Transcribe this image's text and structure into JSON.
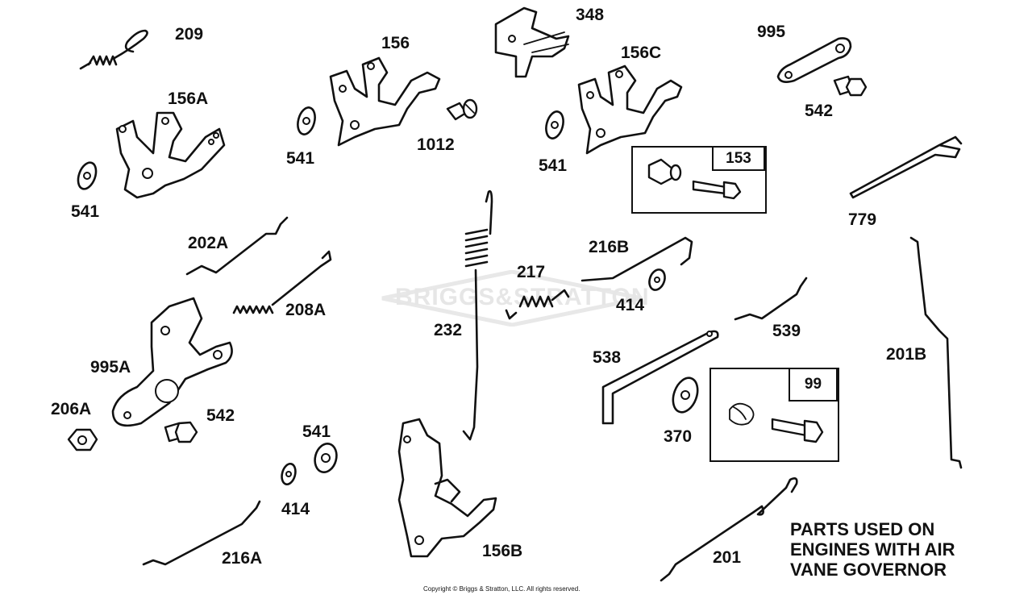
{
  "diagram": {
    "parts": [
      {
        "id": "209",
        "label": "209"
      },
      {
        "id": "156",
        "label": "156"
      },
      {
        "id": "348",
        "label": "348"
      },
      {
        "id": "156C",
        "label": "156C"
      },
      {
        "id": "995",
        "label": "995"
      },
      {
        "id": "156A",
        "label": "156A"
      },
      {
        "id": "541a",
        "label": "541"
      },
      {
        "id": "1012",
        "label": "1012"
      },
      {
        "id": "542a",
        "label": "542"
      },
      {
        "id": "541b",
        "label": "541"
      },
      {
        "id": "541c",
        "label": "541"
      },
      {
        "id": "153",
        "label": "153"
      },
      {
        "id": "779",
        "label": "779"
      },
      {
        "id": "202A",
        "label": "202A"
      },
      {
        "id": "216B",
        "label": "216B"
      },
      {
        "id": "217",
        "label": "217"
      },
      {
        "id": "208A",
        "label": "208A"
      },
      {
        "id": "414a",
        "label": "414"
      },
      {
        "id": "232",
        "label": "232"
      },
      {
        "id": "539",
        "label": "539"
      },
      {
        "id": "538",
        "label": "538"
      },
      {
        "id": "201B",
        "label": "201B"
      },
      {
        "id": "995A",
        "label": "995A"
      },
      {
        "id": "99",
        "label": "99"
      },
      {
        "id": "206A",
        "label": "206A"
      },
      {
        "id": "542b",
        "label": "542"
      },
      {
        "id": "541d",
        "label": "541"
      },
      {
        "id": "370",
        "label": "370"
      },
      {
        "id": "414b",
        "label": "414"
      },
      {
        "id": "216A",
        "label": "216A"
      },
      {
        "id": "156B",
        "label": "156B"
      },
      {
        "id": "201",
        "label": "201"
      }
    ],
    "note_lines": [
      "PARTS USED ON",
      "ENGINES WITH AIR",
      "VANE GOVERNOR"
    ],
    "watermark": "BRIGGS&STRATTON",
    "copyright": "Copyright © Briggs & Stratton, LLC. All rights reserved."
  }
}
